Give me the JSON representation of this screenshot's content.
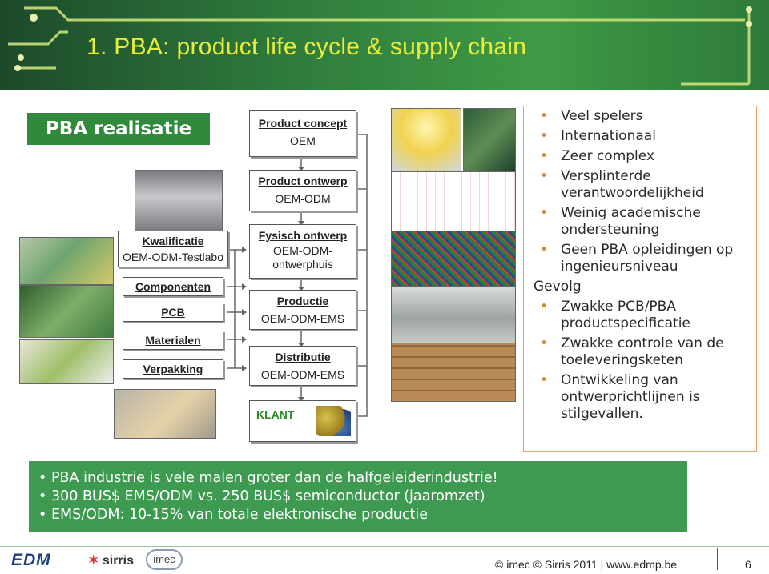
{
  "slide": {
    "title": "1. PBA: product life cycle & supply chain",
    "badge": "PBA realisatie"
  },
  "flow": {
    "center": [
      {
        "title": "Product concept",
        "sub": "OEM"
      },
      {
        "title": "Product ontwerp",
        "sub": "OEM-ODM"
      },
      {
        "title": "Fysisch ontwerp",
        "sub": "OEM-ODM-\nontwerphuis"
      },
      {
        "title": "Productie",
        "sub": "OEM-ODM-EMS"
      },
      {
        "title": "Distributie",
        "sub": "OEM-ODM-EMS"
      },
      {
        "title": "KLANT",
        "sub": ""
      }
    ],
    "left": [
      {
        "title": "Kwalificatie",
        "sub": "OEM-ODM-Testlabo"
      },
      {
        "title": "Componenten",
        "sub": ""
      },
      {
        "title": "PCB",
        "sub": ""
      },
      {
        "title": "Materialen",
        "sub": ""
      },
      {
        "title": "Verpakking",
        "sub": ""
      }
    ]
  },
  "bullets": {
    "top": [
      "Veel spelers",
      "Internationaal",
      "Zeer complex",
      "Versplinterde verantwoordelijkheid",
      "Weinig academische ondersteuning",
      "Geen PBA opleidingen op ingenieursniveau"
    ],
    "header": "Gevolg",
    "bottom": [
      "Zwakke PCB/PBA productspecificatie",
      "Zwakke controle van de toeleveringsketen",
      "Ontwikkeling van ontwerprichtlijnen is stilgevallen."
    ]
  },
  "summary": [
    "PBA industrie is vele malen groter dan de halfgeleiderindustrie!",
    "300 BUS$ EMS/ODM vs. 250 BUS$ semiconductor (jaaromzet)",
    "EMS/ODM: 10-15% van totale elektronische productie"
  ],
  "footer": {
    "logos": [
      "EDM",
      "sirris",
      "imec"
    ],
    "copyright": "© imec © Sirris 2011 | www.edmp.be",
    "page": "6"
  },
  "colors": {
    "title": "#e8ec3a",
    "green": "#2f8a3c",
    "accent": "#d7882b"
  }
}
